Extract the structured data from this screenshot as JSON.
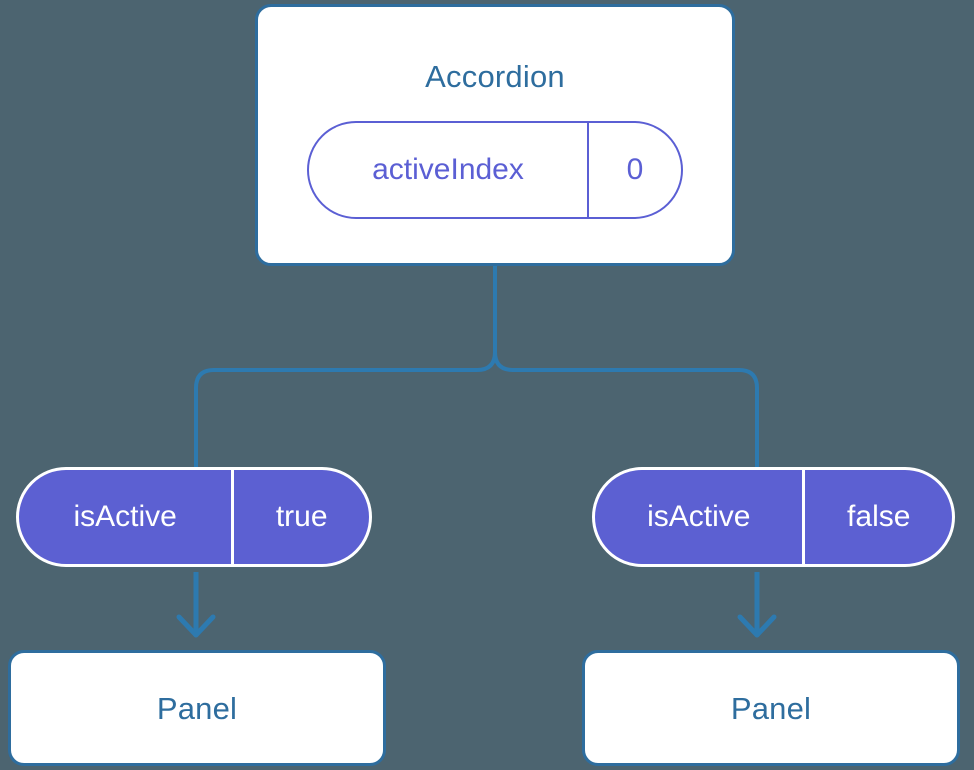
{
  "diagram": {
    "type": "component-state-tree",
    "background_color": "#4c6470",
    "accent_blue": "#2e6d9e",
    "accent_purple": "#5b5fd4",
    "pill_fill": "#5c60d2",
    "connector_color": "#2d7ab0"
  },
  "root": {
    "title": "Accordion",
    "state_pill": {
      "key": "activeIndex",
      "value": "0",
      "style": "outline"
    }
  },
  "branches": [
    {
      "prop_pill": {
        "key": "isActive",
        "value": "true",
        "style": "solid"
      },
      "child": {
        "title": "Panel"
      },
      "arrow": "down-arrow"
    },
    {
      "prop_pill": {
        "key": "isActive",
        "value": "false",
        "style": "solid"
      },
      "child": {
        "title": "Panel"
      },
      "arrow": "down-arrow"
    }
  ]
}
